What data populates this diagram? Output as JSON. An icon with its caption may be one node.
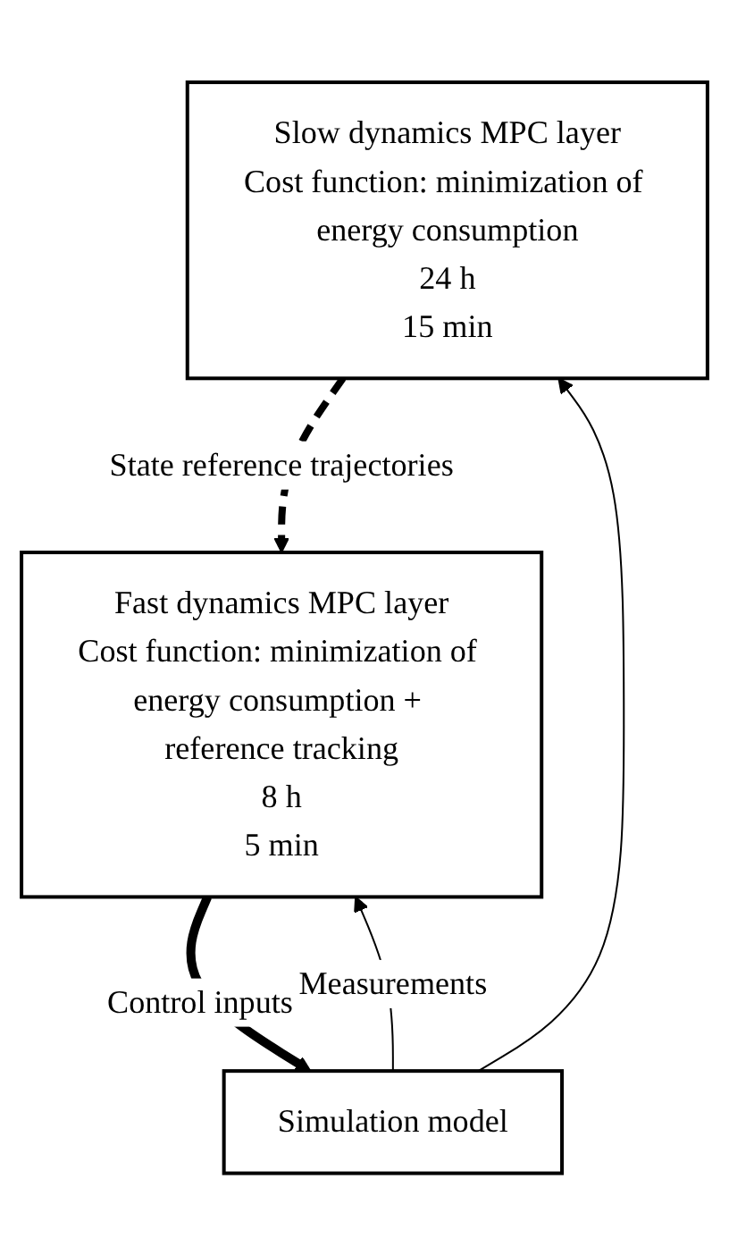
{
  "diagram": {
    "nodes": [
      {
        "text": [
          "Slow dynamics MPC layer",
          "Cost function: minimization of energy consumption",
          "24 h",
          "15 min"
        ]
      },
      {
        "text": [
          "Fast dynamics MPC layer",
          "Cost function: minimization of energy consumption + reference tracking",
          "8 h",
          "5 min"
        ]
      },
      {
        "text": [
          "Simulation model"
        ]
      }
    ],
    "edges": [
      {
        "from": 0,
        "to": 1,
        "arrow": "to",
        "label": "State reference trajectories",
        "style": "dashed"
      },
      {
        "from": 1,
        "to": 2,
        "arrow": "to",
        "label": "Control inputs",
        "style": "thick"
      },
      {
        "from": 2,
        "to": 0,
        "arrow": "to"
      },
      {
        "from": 2,
        "to": 1,
        "arrow": "to",
        "label": "Measurements"
      }
    ]
  }
}
